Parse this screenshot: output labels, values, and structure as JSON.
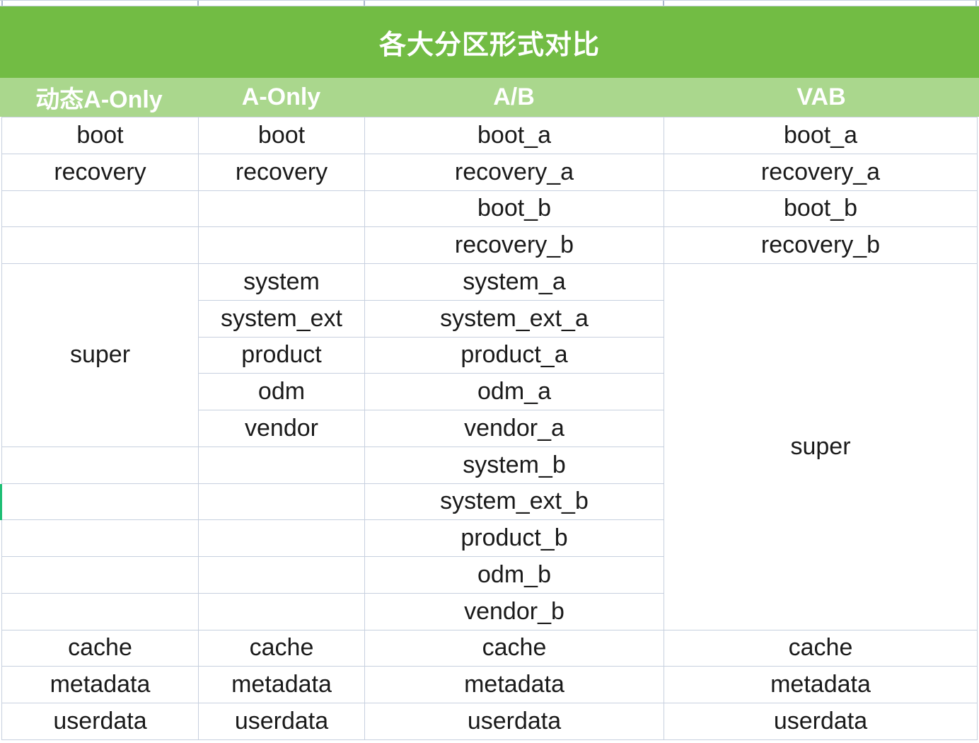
{
  "title": "各大分区形式对比",
  "header": {
    "columns": [
      "动态A-Only",
      "A-Only",
      "A/B",
      "VAB"
    ]
  },
  "body": {
    "rows": [
      {
        "cells": [
          {
            "text": "boot"
          },
          {
            "text": "boot"
          },
          {
            "text": "boot_a"
          },
          {
            "text": "boot_a"
          }
        ]
      },
      {
        "cells": [
          {
            "text": "recovery"
          },
          {
            "text": "recovery"
          },
          {
            "text": "recovery_a"
          },
          {
            "text": "recovery_a"
          }
        ]
      },
      {
        "cells": [
          {
            "text": ""
          },
          {
            "text": ""
          },
          {
            "text": "boot_b"
          },
          {
            "text": "boot_b"
          }
        ]
      },
      {
        "cells": [
          {
            "text": ""
          },
          {
            "text": ""
          },
          {
            "text": "recovery_b"
          },
          {
            "text": "recovery_b"
          }
        ]
      },
      {
        "cells": [
          {
            "text": "super"
          },
          {
            "text": "system"
          },
          {
            "text": "system_a"
          },
          {
            "text": "super"
          }
        ]
      },
      {
        "cells": [
          {
            "text": "system_ext"
          },
          {
            "text": "system_ext_a"
          }
        ]
      },
      {
        "cells": [
          {
            "text": "product"
          },
          {
            "text": "product_a"
          }
        ]
      },
      {
        "cells": [
          {
            "text": "odm"
          },
          {
            "text": "odm_a"
          }
        ]
      },
      {
        "cells": [
          {
            "text": "vendor"
          },
          {
            "text": "vendor_a"
          }
        ]
      },
      {
        "cells": [
          {
            "text": ""
          },
          {
            "text": ""
          },
          {
            "text": "system_b"
          }
        ]
      },
      {
        "cells": [
          {
            "text": ""
          },
          {
            "text": ""
          },
          {
            "text": "system_ext_b"
          }
        ]
      },
      {
        "cells": [
          {
            "text": ""
          },
          {
            "text": ""
          },
          {
            "text": "product_b"
          }
        ]
      },
      {
        "cells": [
          {
            "text": ""
          },
          {
            "text": ""
          },
          {
            "text": "odm_b"
          }
        ]
      },
      {
        "cells": [
          {
            "text": ""
          },
          {
            "text": ""
          },
          {
            "text": "vendor_b"
          }
        ]
      },
      {
        "cells": [
          {
            "text": "cache"
          },
          {
            "text": "cache"
          },
          {
            "text": "cache"
          },
          {
            "text": "cache"
          }
        ]
      },
      {
        "cells": [
          {
            "text": "metadata"
          },
          {
            "text": "metadata"
          },
          {
            "text": "metadata"
          },
          {
            "text": "metadata"
          }
        ]
      },
      {
        "cells": [
          {
            "text": "userdata"
          },
          {
            "text": "userdata"
          },
          {
            "text": "userdata"
          },
          {
            "text": "userdata"
          }
        ]
      }
    ]
  },
  "colors": {
    "title_bg": "#72bc44",
    "title_text": "#ffffff",
    "header_bg": "#aad78d",
    "header_text": "#ffffff",
    "border": "#c7d0df",
    "cell_text": "#1a1a1a",
    "selection_marker": "#1dbe74"
  }
}
